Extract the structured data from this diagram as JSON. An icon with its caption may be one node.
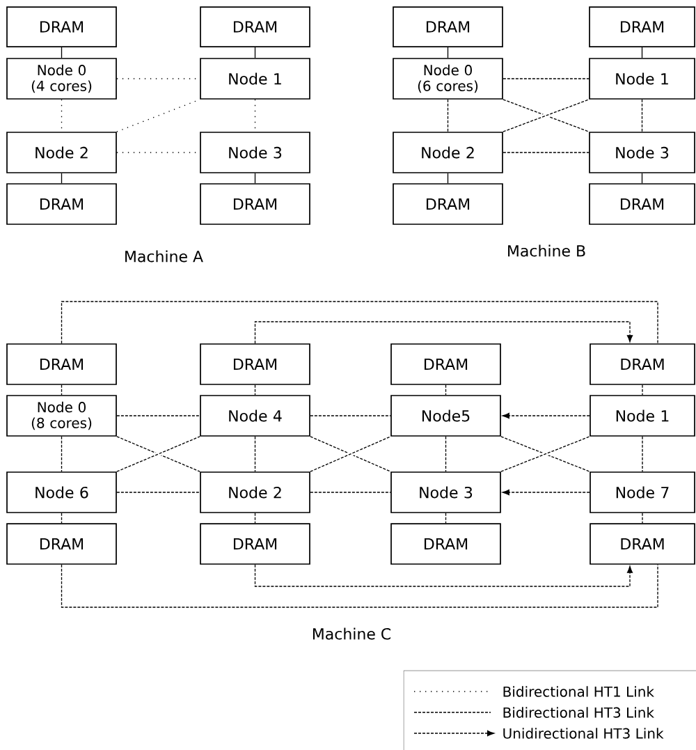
{
  "diagram": {
    "nodes": [
      {
        "text": [
          "DRAM"
        ]
      },
      {
        "text": [
          "DRAM"
        ]
      },
      {
        "text": [
          "Node 0 (4 cores)"
        ]
      },
      {
        "text": [
          "Node 1"
        ]
      },
      {
        "text": [
          "Node 2"
        ]
      },
      {
        "text": [
          "Node 3"
        ]
      },
      {
        "text": [
          "DRAM"
        ]
      },
      {
        "text": [
          "DRAM"
        ]
      },
      {
        "text": [
          "DRAM"
        ]
      },
      {
        "text": [
          "DRAM"
        ]
      },
      {
        "text": [
          "Node 0 (6 cores)"
        ]
      },
      {
        "text": [
          "Node 1"
        ]
      },
      {
        "text": [
          "Node 2"
        ]
      },
      {
        "text": [
          "Node 3"
        ]
      },
      {
        "text": [
          "DRAM"
        ]
      },
      {
        "text": [
          "DRAM"
        ]
      },
      {
        "text": [
          "DRAM"
        ]
      },
      {
        "text": [
          "DRAM"
        ]
      },
      {
        "text": [
          "DRAM"
        ]
      },
      {
        "text": [
          "DRAM"
        ]
      },
      {
        "text": [
          "Node 0 (8 cores)"
        ]
      },
      {
        "text": [
          "Node 4"
        ]
      },
      {
        "text": [
          "Node5"
        ]
      },
      {
        "text": [
          "Node 1"
        ]
      },
      {
        "text": [
          "Node 6"
        ]
      },
      {
        "text": [
          "Node 2"
        ]
      },
      {
        "text": [
          "Node 3"
        ]
      },
      {
        "text": [
          "Node 7"
        ]
      },
      {
        "text": [
          "DRAM"
        ]
      },
      {
        "text": [
          "DRAM"
        ]
      },
      {
        "text": [
          "DRAM"
        ]
      },
      {
        "text": [
          "DRAM"
        ]
      }
    ],
    "edges": [
      {
        "from": 0,
        "to": 2,
        "arrow": "none"
      },
      {
        "from": 1,
        "to": 3,
        "arrow": "none"
      },
      {
        "from": 4,
        "to": 6,
        "arrow": "none"
      },
      {
        "from": 5,
        "to": 7,
        "arrow": "none"
      },
      {
        "from": 2,
        "to": 3,
        "arrow": "none",
        "style": "dashed"
      },
      {
        "from": 2,
        "to": 4,
        "arrow": "none",
        "style": "dashed"
      },
      {
        "from": 3,
        "to": 5,
        "arrow": "none",
        "style": "dashed"
      },
      {
        "from": 4,
        "to": 3,
        "arrow": "none",
        "style": "dashed"
      },
      {
        "from": 4,
        "to": 5,
        "arrow": "none",
        "style": "dashed"
      },
      {
        "from": 8,
        "to": 10,
        "arrow": "none"
      },
      {
        "from": 9,
        "to": 11,
        "arrow": "none"
      },
      {
        "from": 12,
        "to": 14,
        "arrow": "none"
      },
      {
        "from": 13,
        "to": 15,
        "arrow": "none"
      },
      {
        "from": 10,
        "to": 11,
        "arrow": "none",
        "style": "dashed"
      },
      {
        "from": 10,
        "to": 12,
        "arrow": "none",
        "style": "dashed"
      },
      {
        "from": 11,
        "to": 13,
        "arrow": "none",
        "style": "dashed"
      },
      {
        "from": 10,
        "to": 13,
        "arrow": "none",
        "style": "dashed"
      },
      {
        "from": 12,
        "to": 11,
        "arrow": "none",
        "style": "dashed"
      },
      {
        "from": 12,
        "to": 13,
        "arrow": "none",
        "style": "dashed"
      },
      {
        "from": 16,
        "to": 20,
        "arrow": "none",
        "style": "dashed"
      },
      {
        "from": 20,
        "to": 24,
        "arrow": "none",
        "style": "dashed"
      },
      {
        "from": 24,
        "to": 28,
        "arrow": "none",
        "style": "dashed"
      },
      {
        "from": 17,
        "to": 21,
        "arrow": "none",
        "style": "dashed"
      },
      {
        "from": 21,
        "to": 25,
        "arrow": "none",
        "style": "dashed"
      },
      {
        "from": 25,
        "to": 29,
        "arrow": "none",
        "style": "dashed"
      },
      {
        "from": 18,
        "to": 22,
        "arrow": "none",
        "style": "dashed"
      },
      {
        "from": 22,
        "to": 26,
        "arrow": "none",
        "style": "dashed"
      },
      {
        "from": 26,
        "to": 30,
        "arrow": "none",
        "style": "dashed"
      },
      {
        "from": 19,
        "to": 23,
        "arrow": "none",
        "style": "dashed"
      },
      {
        "from": 23,
        "to": 27,
        "arrow": "none",
        "style": "dashed"
      },
      {
        "from": 27,
        "to": 31,
        "arrow": "none",
        "style": "dashed"
      },
      {
        "from": 20,
        "to": 21,
        "arrow": "none",
        "style": "dashed"
      },
      {
        "from": 21,
        "to": 22,
        "arrow": "none",
        "style": "dashed"
      },
      {
        "from": 23,
        "to": 22,
        "arrow": "to",
        "style": "dashed"
      },
      {
        "from": 24,
        "to": 25,
        "arrow": "none",
        "style": "dashed"
      },
      {
        "from": 25,
        "to": 26,
        "arrow": "none",
        "style": "dashed"
      },
      {
        "from": 27,
        "to": 26,
        "arrow": "to",
        "style": "dashed"
      },
      {
        "from": 20,
        "to": 25,
        "arrow": "none",
        "style": "dashed"
      },
      {
        "from": 24,
        "to": 21,
        "arrow": "none",
        "style": "dashed"
      },
      {
        "from": 21,
        "to": 26,
        "arrow": "none",
        "style": "dashed"
      },
      {
        "from": 25,
        "to": 22,
        "arrow": "none",
        "style": "dashed"
      },
      {
        "from": 22,
        "to": 27,
        "arrow": "none",
        "style": "dashed"
      },
      {
        "from": 26,
        "to": 23,
        "arrow": "none",
        "style": "dashed"
      },
      {
        "from": 16,
        "to": 19,
        "arrow": "none",
        "style": "dashed"
      },
      {
        "from": 17,
        "to": 19,
        "arrow": "to",
        "style": "dashed"
      },
      {
        "from": 28,
        "to": 31,
        "arrow": "none",
        "style": "dashed"
      },
      {
        "from": 29,
        "to": 31,
        "arrow": "to",
        "style": "dashed"
      }
    ],
    "labels": [
      "Machine A",
      "Machine B",
      "Machine C"
    ],
    "legend": [
      {
        "text": "Bidirectional HT1 Link"
      },
      {
        "text": "Bidirectional HT3 Link"
      },
      {
        "text": "Unidirectional HT3 Link"
      }
    ]
  }
}
